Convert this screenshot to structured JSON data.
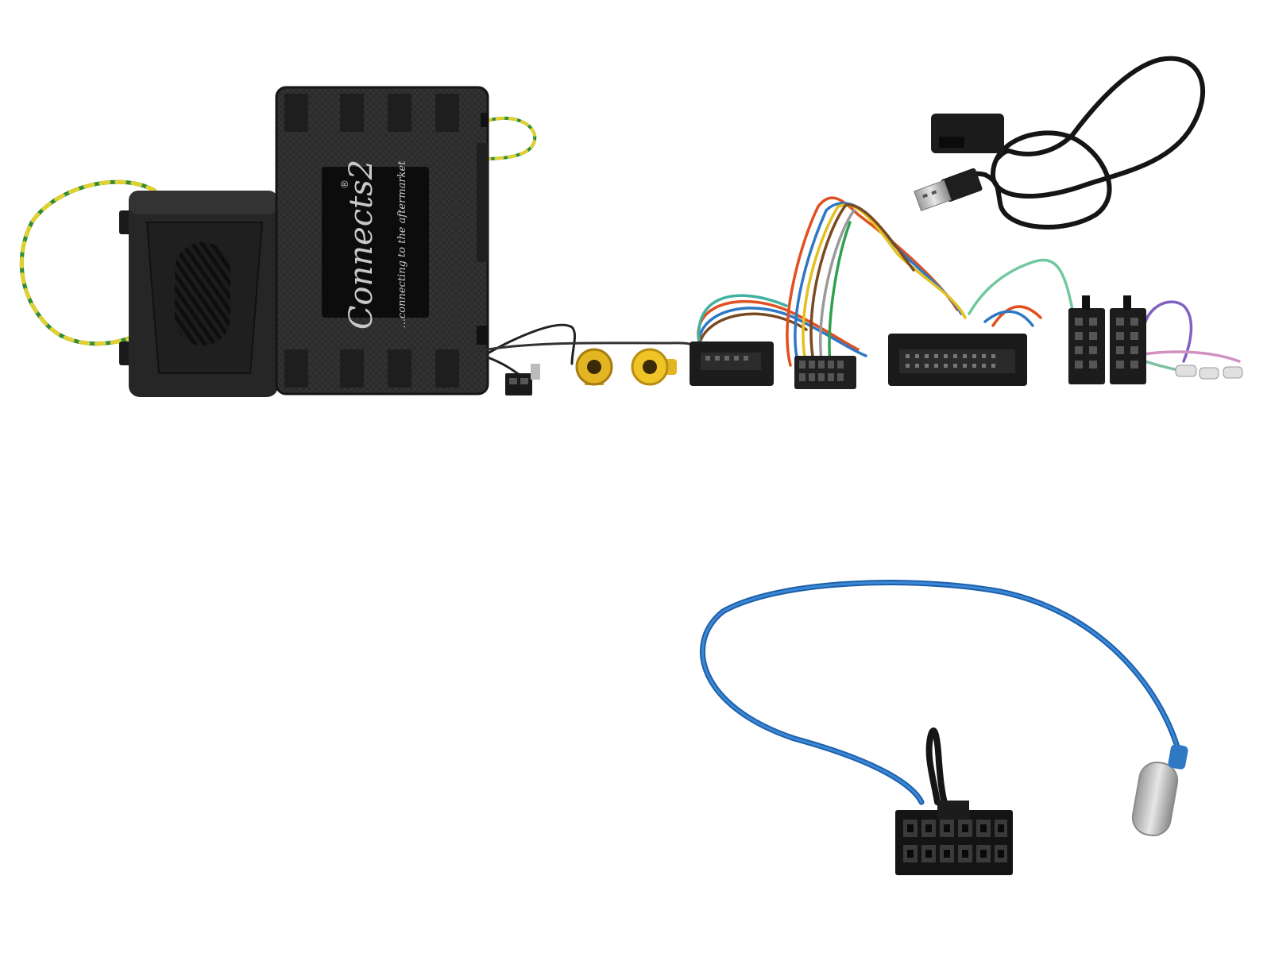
{
  "product_photo": {
    "brand": {
      "logo_text": "Connects2",
      "tagline": "...connecting to the aftermarket",
      "registered_mark": "®"
    },
    "components": [
      {
        "name": "steering-control-interface-box",
        "icon": "black-module-box"
      },
      {
        "name": "speaker-module",
        "icon": "small-black-module"
      },
      {
        "name": "usb-extension-cable",
        "icon": "usb-cable"
      },
      {
        "name": "vehicle-harness",
        "icon": "wire-harness"
      },
      {
        "name": "iso-connectors",
        "icon": "iso-plug"
      },
      {
        "name": "rca-connectors",
        "icon": "rca-plug"
      },
      {
        "name": "antenna-adapter",
        "icon": "antenna-cable"
      }
    ],
    "colors": {
      "background": "#ffffff",
      "module_body": "#2a2a2a",
      "module_dark": "#1a1a1a",
      "logo_panel": "#0c0c0c",
      "logo_ink": "#c8c8c8",
      "rca_yellow": "#e8c020",
      "wire_blue": "#2f78c4",
      "wire_green_yellow": "#9ab82a"
    }
  }
}
